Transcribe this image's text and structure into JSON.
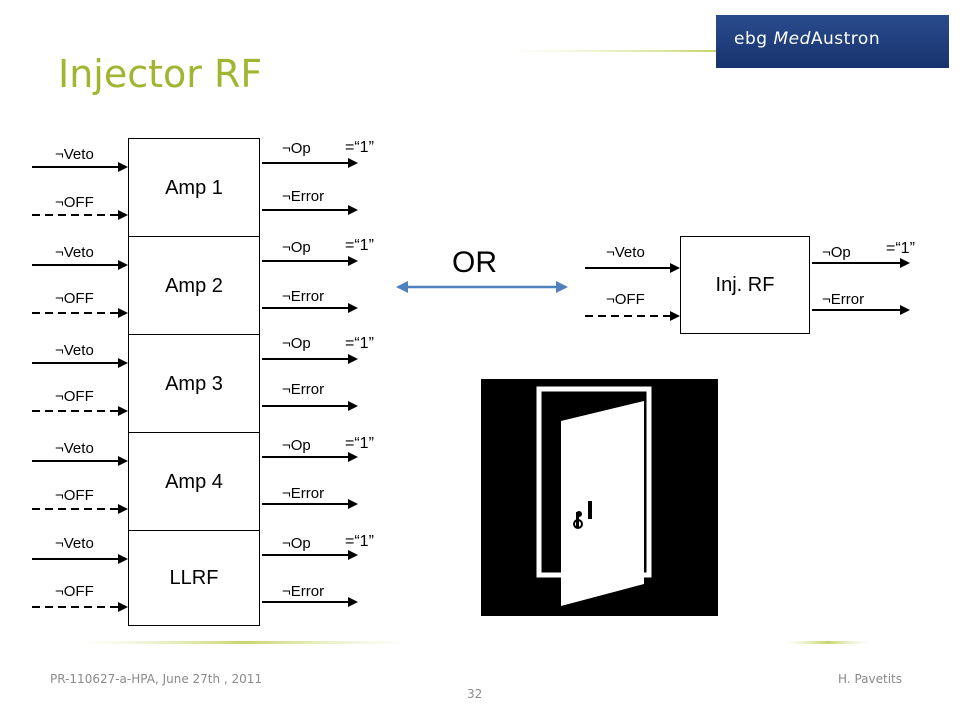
{
  "header": {
    "title": "Injector RF",
    "logo_text_plain": "ebg",
    "logo_text_italic": "Med",
    "logo_text_end": "Austron"
  },
  "footer": {
    "left": "PR-110627-a-HPA, June 27th , 2011",
    "right": "H. Pavetits",
    "page": "32"
  },
  "diagram": {
    "amplifiers": [
      {
        "name": "Amp 1",
        "in_veto": "¬Veto",
        "in_off": "¬OFF",
        "out_op": "¬Op",
        "out_error": "¬Error",
        "op_value": "=“1”"
      },
      {
        "name": "Amp 2",
        "in_veto": "¬Veto",
        "in_off": "¬OFF",
        "out_op": "¬Op",
        "out_error": "¬Error",
        "op_value": "=“1”"
      },
      {
        "name": "Amp 3",
        "in_veto": "¬Veto",
        "in_off": "¬OFF",
        "out_op": "¬Op",
        "out_error": "¬Error",
        "op_value": "=“1”"
      },
      {
        "name": "Amp 4",
        "in_veto": "¬Veto",
        "in_off": "¬OFF",
        "out_op": "¬Op",
        "out_error": "¬Error",
        "op_value": "=“1”"
      },
      {
        "name": "LLRF",
        "in_veto": "¬Veto",
        "in_off": "¬OFF",
        "out_op": "¬Op",
        "out_error": "¬Error",
        "op_value": "=“1”"
      }
    ],
    "or_label": "OR",
    "combined": {
      "name": "Inj. RF",
      "in_veto": "¬Veto",
      "in_off": "¬OFF",
      "out_op": "¬Op",
      "out_error": "¬Error",
      "op_value": "=“1”"
    },
    "door_icon": "open-door-icon"
  },
  "colors": {
    "title": "#a2b531",
    "logo_bg": "#1f3f7e",
    "arrow": "#4f81bd",
    "footer_line": "#c8d46a"
  }
}
